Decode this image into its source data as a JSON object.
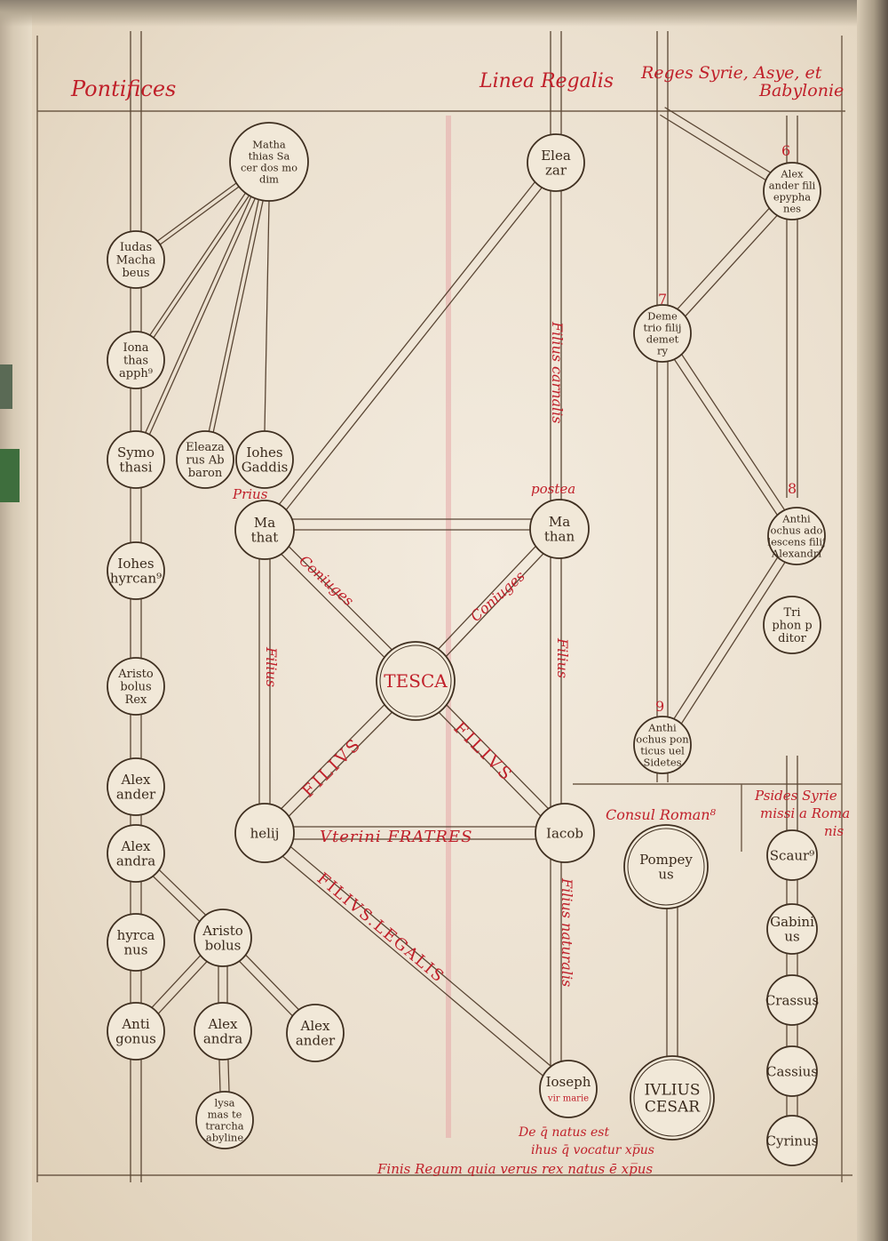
{
  "headers": {
    "pontifices": "Pontifices",
    "linea_regalis": "Linea Regalis",
    "reges_line1": "Reges Syrie, Asye, et",
    "reges_line2": "Babylonie",
    "consul": "Consul Roman⁸",
    "presides_line1": "Psides Syrie",
    "presides_line2": "missi a Roma",
    "presides_line3": "nis"
  },
  "nodes": {
    "mathathias": [
      "Matha",
      "thias Sa",
      "cer dos mo",
      "dim"
    ],
    "iudas": [
      "Iudas",
      "Macha",
      "beus"
    ],
    "ionathas": [
      "Iona",
      "thas",
      "apph⁹"
    ],
    "symothasi": [
      "Symo",
      "thasi"
    ],
    "eleazarus": [
      "Eleaza",
      "rus Ab",
      "baron"
    ],
    "iohes_gaddis": [
      "Iohes",
      "Gaddis"
    ],
    "iohes_hyrcan": [
      "Iohes",
      "hyrcan⁹"
    ],
    "aristobolus_rex": [
      "Aristo",
      "bolus",
      "Rex"
    ],
    "alexander1": [
      "Alex",
      "ander"
    ],
    "alexandra1": [
      "Alex",
      "andra"
    ],
    "hyrcanus": [
      "hyrca",
      "nus"
    ],
    "aristobolus2": [
      "Aristo",
      "bolus"
    ],
    "antigonus": [
      "Anti",
      "gonus"
    ],
    "alexandra2": [
      "Alex",
      "andra"
    ],
    "alexander2": [
      "Alex",
      "ander"
    ],
    "lysanias": [
      "lysa",
      "mas te",
      "trarcha",
      "abyline"
    ],
    "eleazar": [
      "Elea",
      "zar"
    ],
    "mathat": [
      "Ma",
      "that"
    ],
    "mathan": [
      "Ma",
      "than"
    ],
    "tesca": [
      "TESCA"
    ],
    "helij": [
      "helij"
    ],
    "iacob": [
      "Iacob"
    ],
    "ioseph": [
      "Ioseph",
      "vir marie"
    ],
    "alexander_epiphanes": [
      "Alex",
      "ander fili",
      "epypha",
      "nes"
    ],
    "demetrius": [
      "Deme",
      "trio filij",
      "demet",
      "ry"
    ],
    "antiochus_alexandri": [
      "Anthi",
      "ochus ado",
      "lescens filij",
      "Alexandri"
    ],
    "tryphon": [
      "Tri",
      "phon p",
      "ditor"
    ],
    "antiochus_ponticus": [
      "Anthi",
      "ochus pon",
      "ticus uel",
      "Sidetes"
    ],
    "pompeius": [
      "Pompey",
      "us"
    ],
    "iulius": [
      "IVLIUS",
      "CESAR"
    ],
    "scaurus": [
      "Scaur⁹"
    ],
    "gabinius": [
      "Gabini",
      "us"
    ],
    "crassus": [
      "Crassus"
    ],
    "cassius": [
      "Cassius"
    ],
    "cyrinus": [
      "Cyrinus"
    ]
  },
  "labels": {
    "prius": "Prius",
    "postea": "postea",
    "coniuges_left": "Coniuges",
    "coniuges_right": "Coniuges",
    "filius_left": "Filius",
    "filius_right": "Filius",
    "filius_carnalis": "Filius carnalis",
    "filius_naturalis": "Filius naturalis",
    "filius_diag_left": "FILIVS",
    "filius_diag_right": "FILIVS",
    "uterini": "Vterini FRATRES",
    "filius_legalis": "FILIVS.LEGALIS",
    "num_6": "6",
    "num_7": "7",
    "num_8": "8",
    "num_9": "9",
    "deq_line1": "De q̄ natus est",
    "deq_line2": "ihus q̄ vocatur xp̅us",
    "finis": "Finis Regum quia verus rex natus ē xp̅us"
  },
  "colors": {
    "ink": "#3a2a1c",
    "rubric": "#c0202a",
    "parchment": "#efe5d4"
  }
}
